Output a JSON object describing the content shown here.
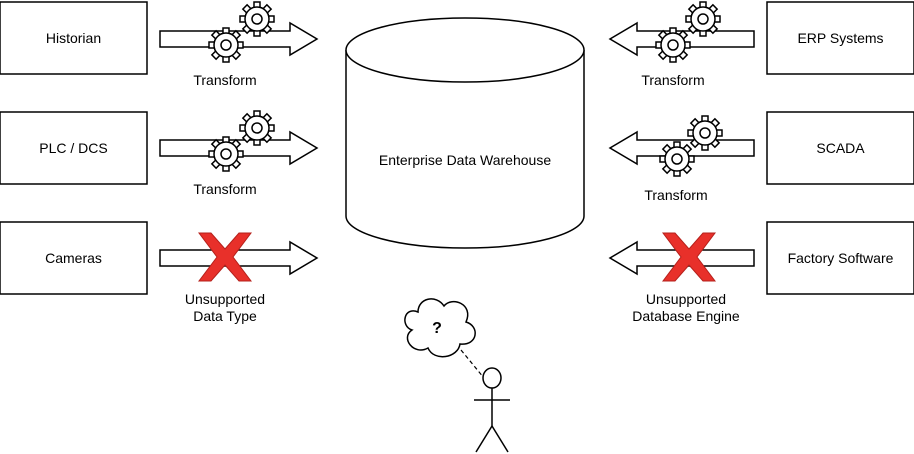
{
  "warehouse": {
    "label": "Enterprise Data Warehouse"
  },
  "sources_left": [
    {
      "label": "Historian",
      "status": "transform",
      "caption": [
        "Transform"
      ]
    },
    {
      "label": "PLC / DCS",
      "status": "transform",
      "caption": [
        "Transform"
      ]
    },
    {
      "label": "Cameras",
      "status": "unsupported",
      "caption": [
        "Unsupported",
        "Data Type"
      ]
    }
  ],
  "sources_right": [
    {
      "label": "ERP Systems",
      "status": "transform",
      "caption": [
        "Transform"
      ]
    },
    {
      "label": "SCADA",
      "status": "transform",
      "caption": [
        "Transform"
      ]
    },
    {
      "label": "Factory Software",
      "status": "unsupported",
      "caption": [
        "Unsupported",
        "Database Engine"
      ]
    }
  ],
  "thought_bubble": {
    "text": "?"
  },
  "colors": {
    "stroke": "#000000",
    "fill": "#ffffff",
    "cross": "#e8302a",
    "cross_stroke": "#b5201b"
  },
  "icons": {
    "transform": "gear-icon",
    "unsupported": "red-x-icon",
    "person": "stick-figure-icon"
  }
}
